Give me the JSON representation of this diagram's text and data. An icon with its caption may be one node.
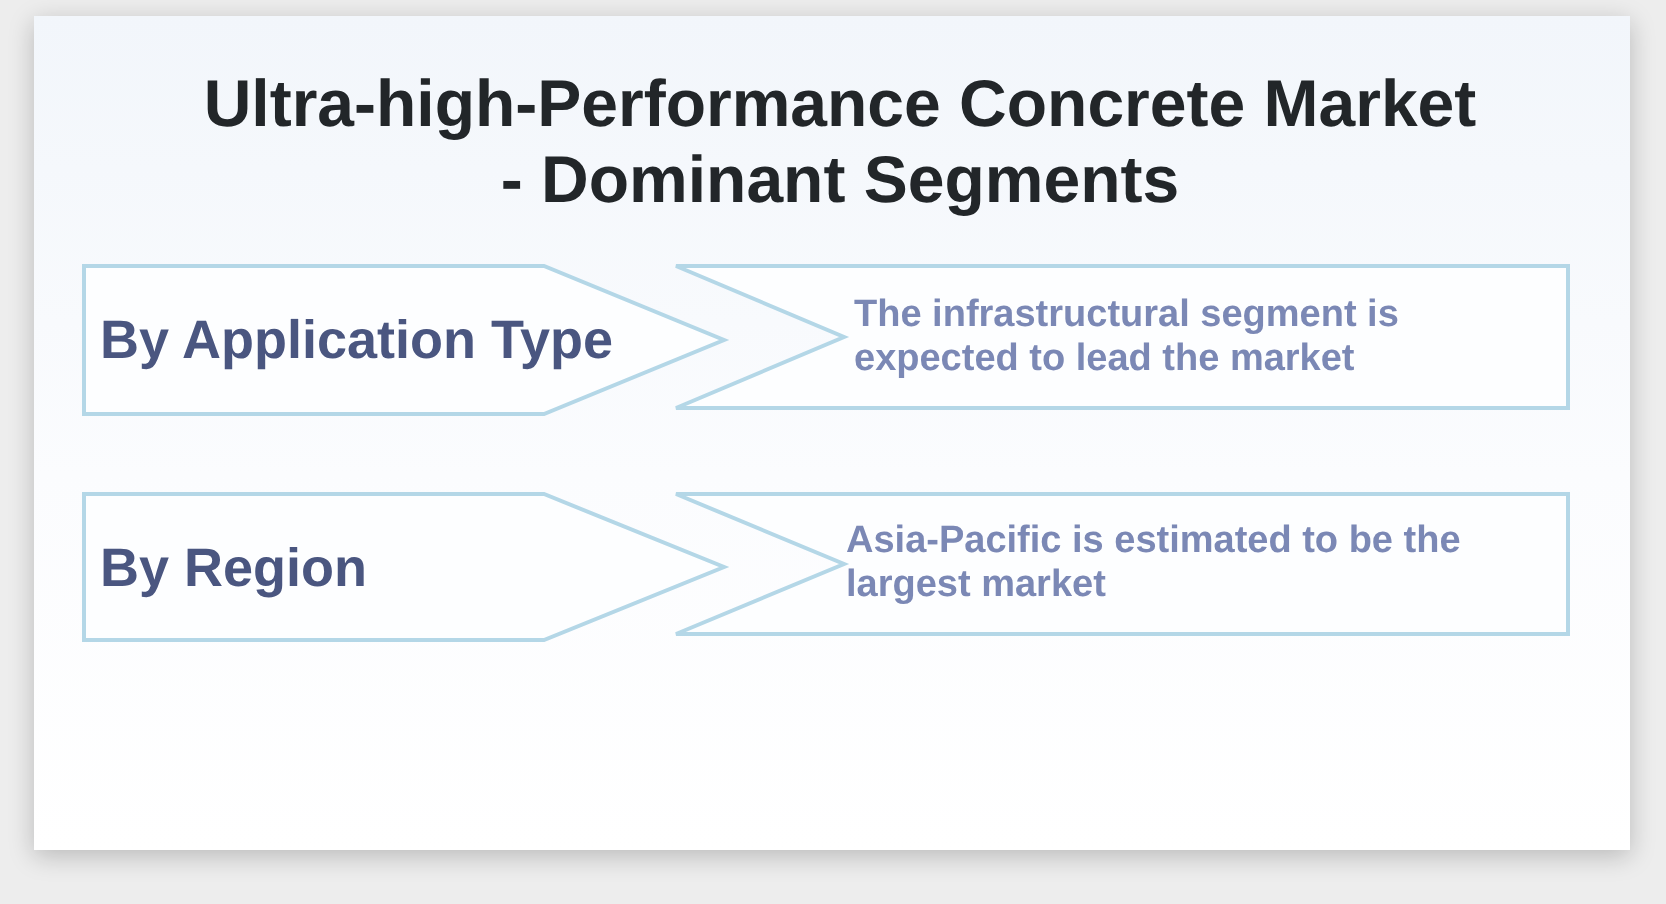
{
  "diagram": {
    "title": "Ultra-high-Performance Concrete Market - Dominant Segments",
    "nodes": [
      {
        "text": [
          "By Application Type"
        ]
      },
      {
        "text": [
          "The infrastructural segment is expected to lead the market"
        ]
      },
      {
        "text": [
          "By Region"
        ]
      },
      {
        "text": [
          "Asia-Pacific is estimated to be the largest market"
        ]
      }
    ]
  }
}
